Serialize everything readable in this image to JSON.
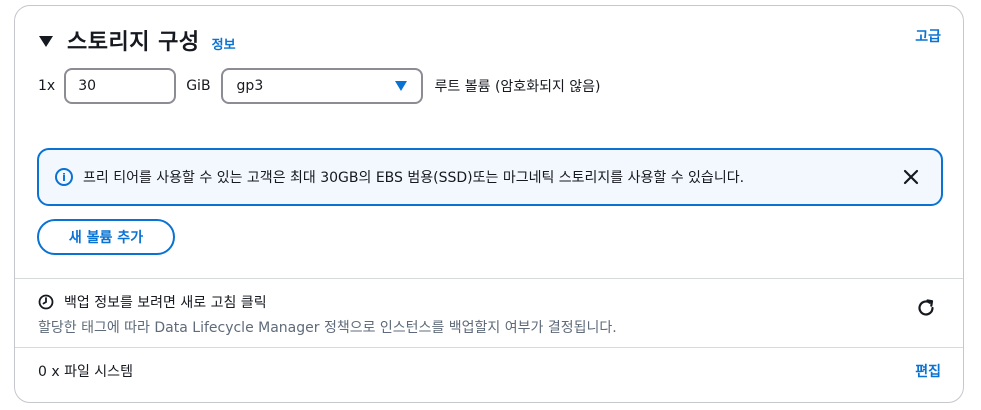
{
  "header": {
    "title": "스토리지 구성",
    "info_link": "정보",
    "advanced_link": "고급"
  },
  "volume": {
    "count_prefix": "1x",
    "size_value": "30",
    "size_unit": "GiB",
    "type_selected": "gp3",
    "description": "루트 볼륨  (암호화되지 않음)"
  },
  "alert": {
    "text": "프리 티어를 사용할 수 있는 고객은 최대 30GB의 EBS 범용(SSD)또는 마그네틱 스토리지를 사용할 수 있습니다."
  },
  "add_volume_button": "새 볼륨 추가",
  "backup": {
    "title": "백업 정보를 보려면 새로 고침 클릭",
    "description": "할당한 태그에 따라 Data Lifecycle Manager 정책으로 인스턴스를 백업할지 여부가 결정됩니다."
  },
  "filesystem": {
    "label": "0 x 파일 시스템",
    "edit_link": "편집"
  },
  "colors": {
    "accent": "#0972d3",
    "alert_bg": "#f2f8fd",
    "text": "#16191f",
    "muted": "#5f6b7a"
  }
}
